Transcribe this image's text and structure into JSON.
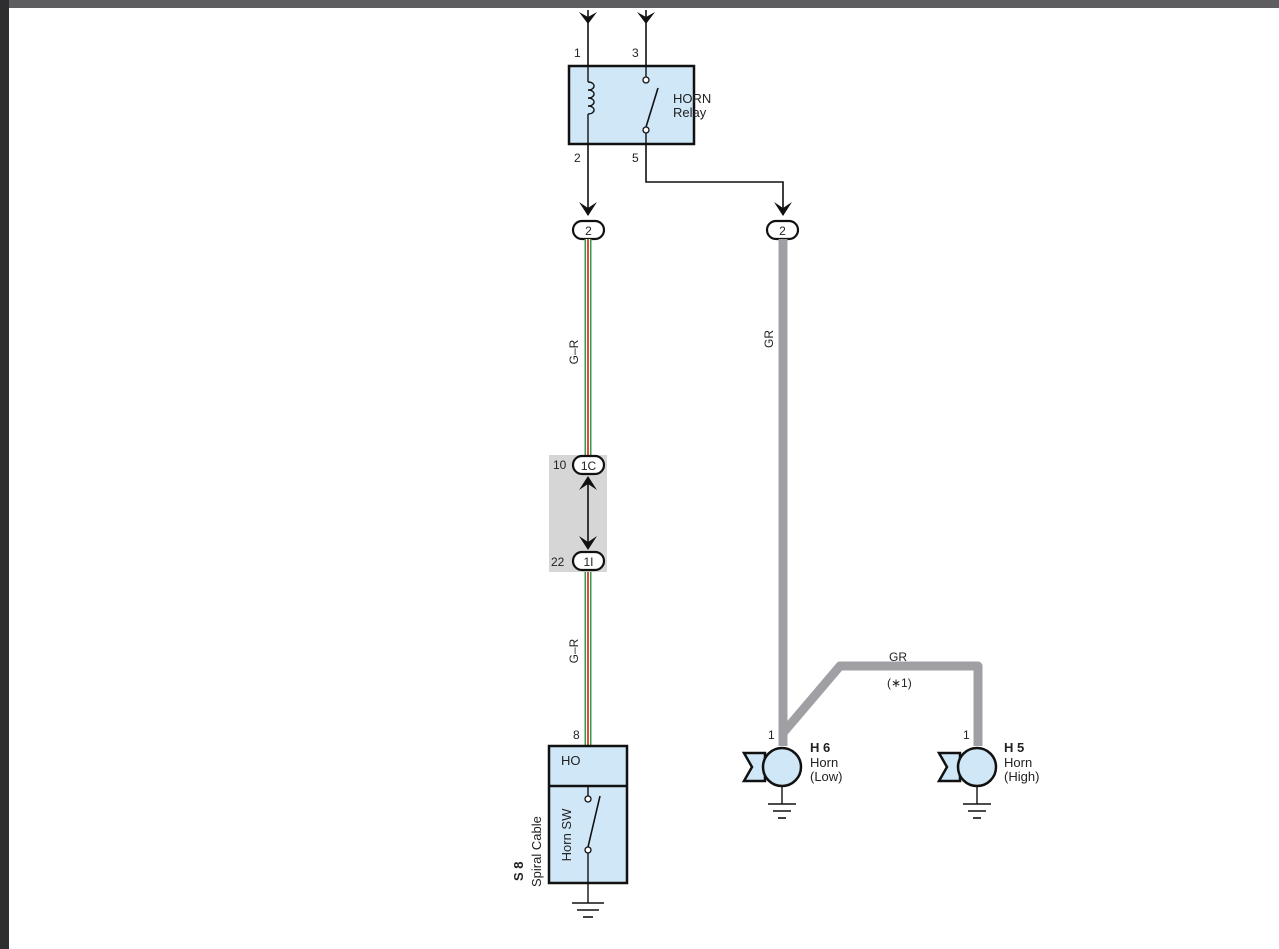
{
  "colors": {
    "component_fill": "#cfe7f7",
    "wire_gray": "#a0a0a4",
    "wire_green": "#3a9a4a",
    "wire_red": "#d43b2a",
    "splice_block": "#d6d6d6"
  },
  "relay": {
    "name_line1": "HORN",
    "name_line2": "Relay",
    "pin_1": "1",
    "pin_2": "2",
    "pin_3": "3",
    "pin_5": "5"
  },
  "connectors": {
    "left_top": "2",
    "right_top": "2",
    "junction_upper": "1C",
    "junction_upper_pin": "10",
    "junction_lower": "1I",
    "junction_lower_pin": "22"
  },
  "wires": {
    "left_upper": "G–R",
    "left_lower": "G–R",
    "right_main": "GR",
    "branch": "GR",
    "branch_note": "(∗1)"
  },
  "horn_low": {
    "code": "H 6",
    "name": "Horn",
    "detail": "(Low)",
    "pin": "1"
  },
  "horn_high": {
    "code": "H 5",
    "name": "Horn",
    "detail": "(High)",
    "pin": "1"
  },
  "spiral": {
    "code": "S 8",
    "name": "Spiral Cable",
    "pin": "8",
    "header": "HO",
    "switch_label": "Horn SW"
  }
}
